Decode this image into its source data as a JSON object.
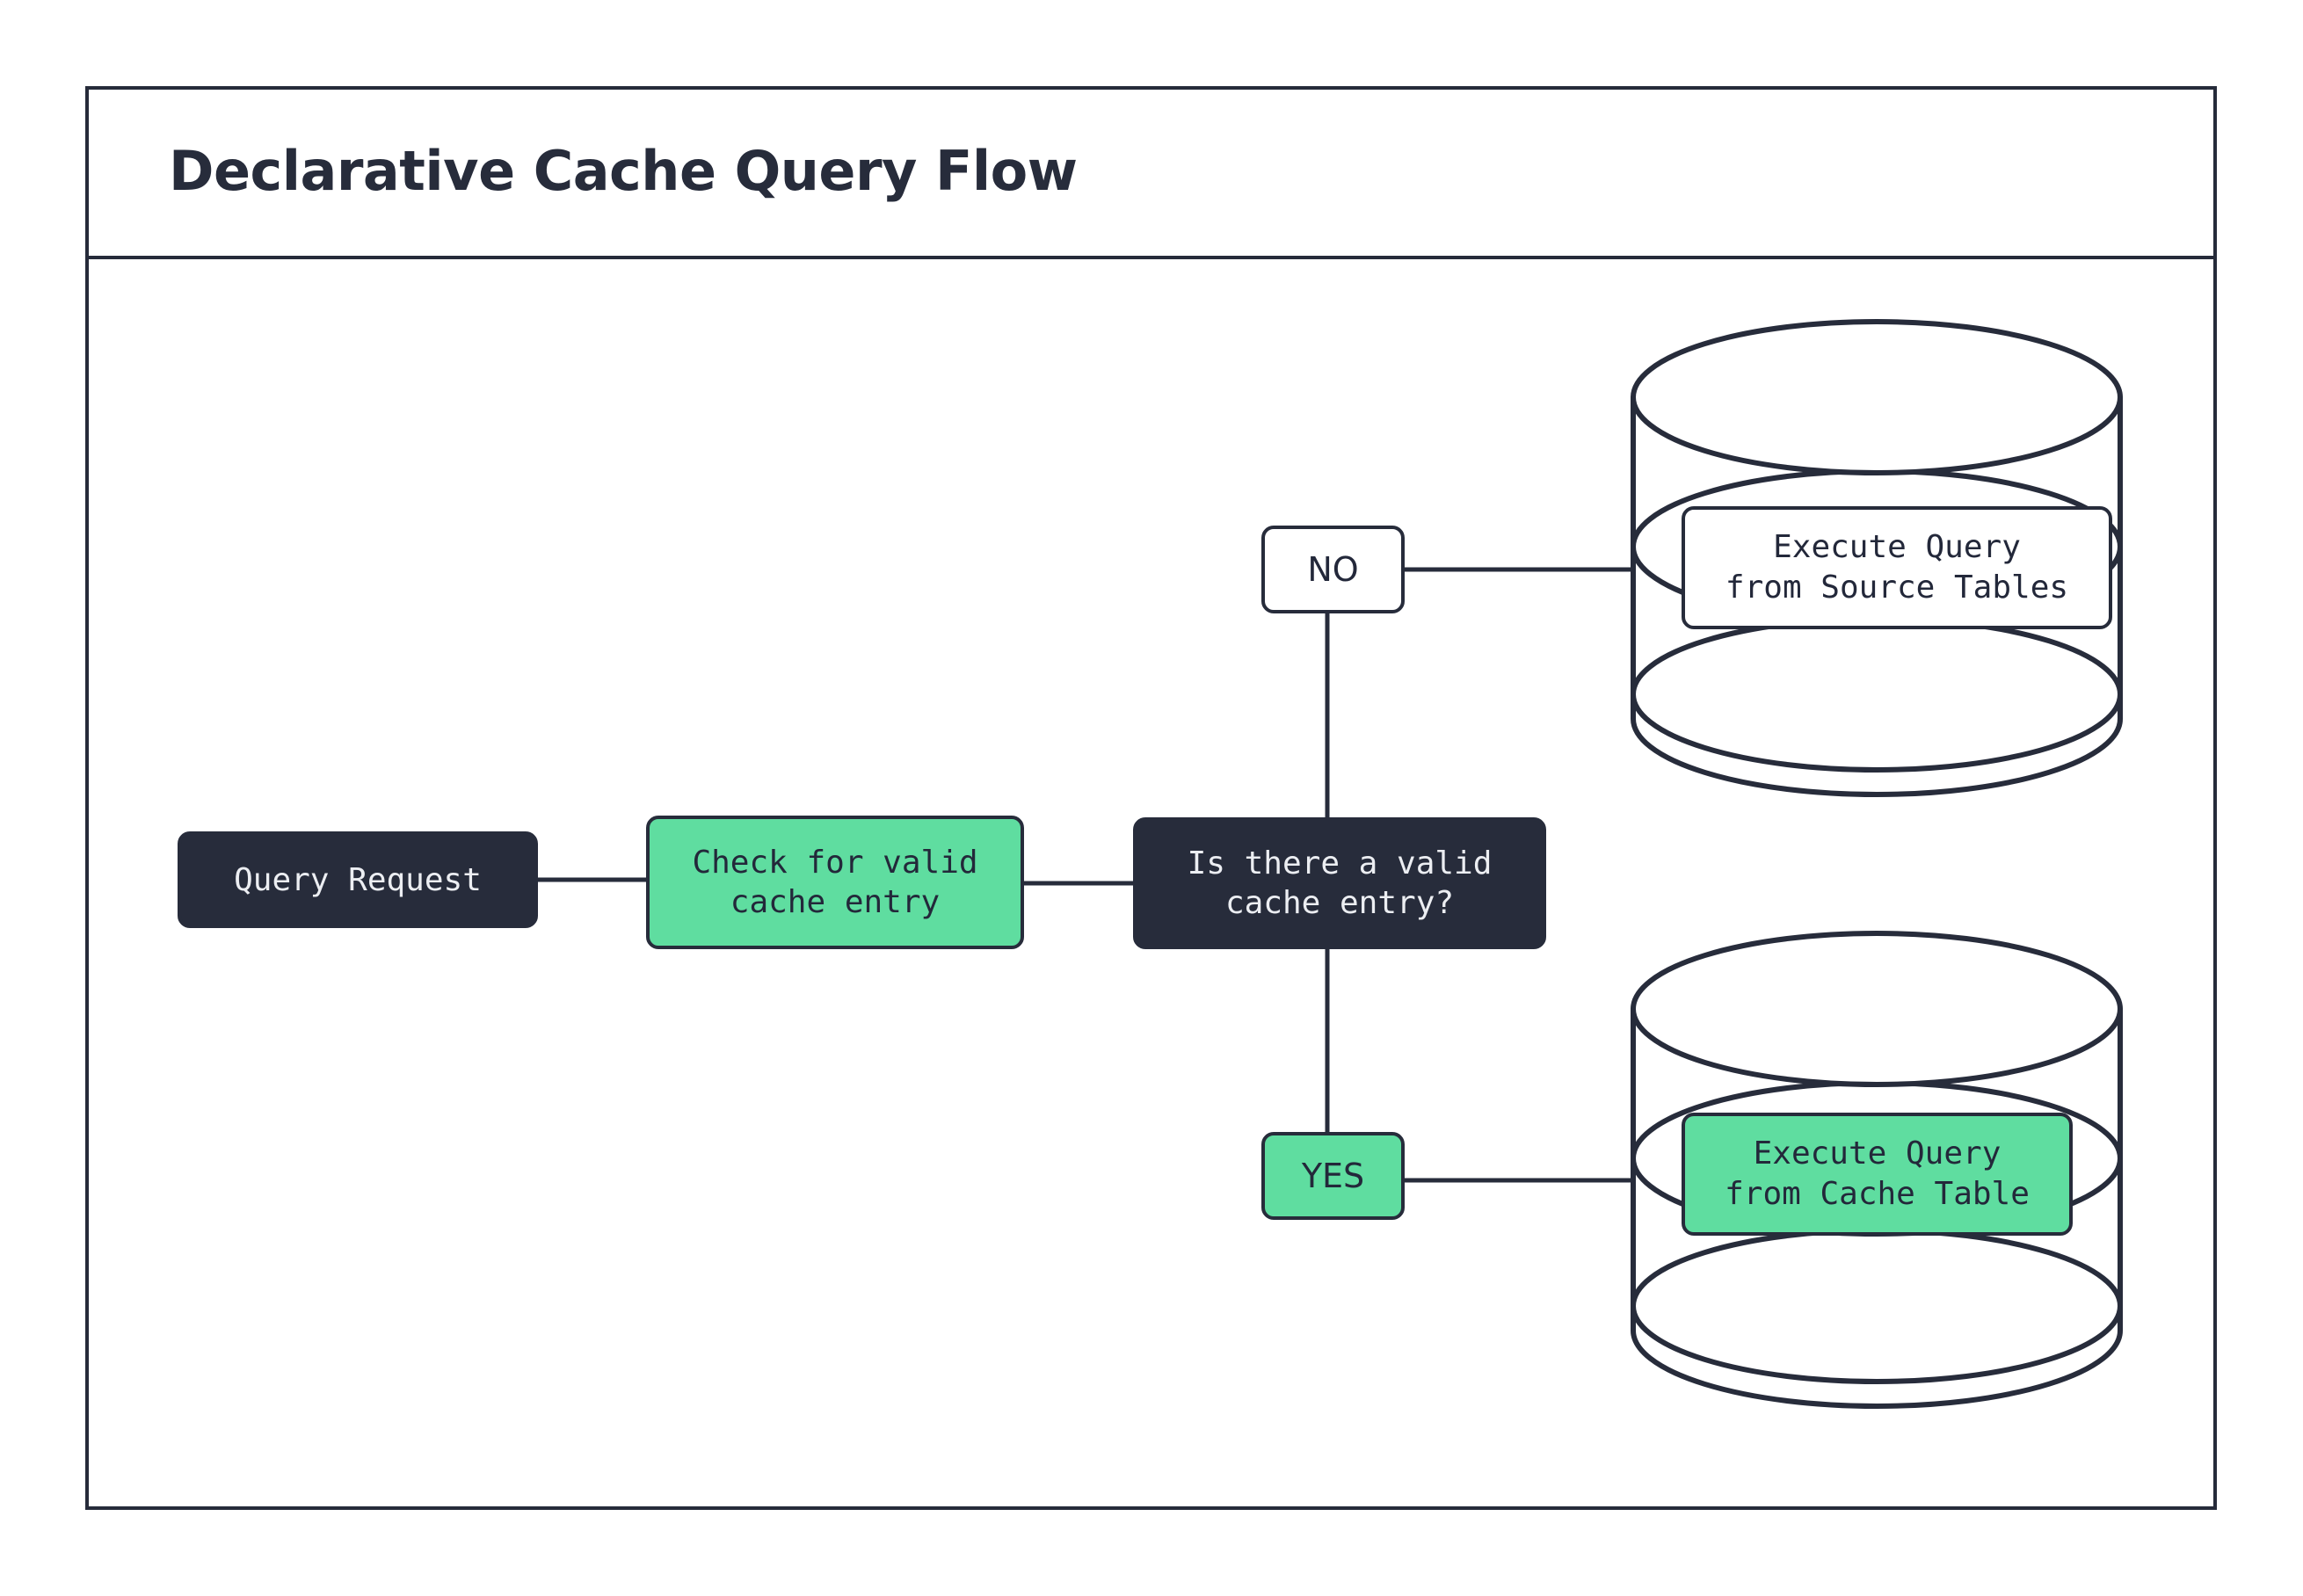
{
  "title": "Declarative Cache Query Flow",
  "palette": {
    "dark": "#272c3b",
    "green": "#5fdda0",
    "white": "#ffffff",
    "text_light": "#eceef2",
    "text_dark": "#23283a"
  },
  "diagram": {
    "type": "flowchart",
    "nodes": [
      {
        "id": "query-request",
        "label": "Query Request",
        "shape": "rounded-rect",
        "style": "dark"
      },
      {
        "id": "check-cache",
        "label": "Check for valid\ncache entry",
        "shape": "rounded-rect",
        "style": "green"
      },
      {
        "id": "decision",
        "label": "Is there a valid\ncache entry?",
        "shape": "rounded-rect",
        "style": "dark"
      },
      {
        "id": "branch-no",
        "label": "NO",
        "shape": "rounded-rect",
        "style": "white"
      },
      {
        "id": "branch-yes",
        "label": "YES",
        "shape": "rounded-rect",
        "style": "green"
      },
      {
        "id": "source-db",
        "label": "Execute Query\nfrom Source Tables",
        "shape": "database",
        "style": "white"
      },
      {
        "id": "cache-db",
        "label": "Execute Query\nfrom Cache Table",
        "shape": "database",
        "style": "green"
      }
    ],
    "edges": [
      {
        "from": "query-request",
        "to": "check-cache"
      },
      {
        "from": "check-cache",
        "to": "decision"
      },
      {
        "from": "decision",
        "to": "branch-no"
      },
      {
        "from": "branch-no",
        "to": "source-db"
      },
      {
        "from": "decision",
        "to": "branch-yes"
      },
      {
        "from": "branch-yes",
        "to": "cache-db"
      }
    ]
  },
  "nodes": {
    "query_request": "Query Request",
    "check_cache": "Check for valid\ncache entry",
    "decision": "Is there a valid\ncache entry?",
    "branch_no": "NO",
    "branch_yes": "YES",
    "source_db": "Execute Query\nfrom Source Tables",
    "cache_db": "Execute Query\nfrom Cache Table"
  }
}
